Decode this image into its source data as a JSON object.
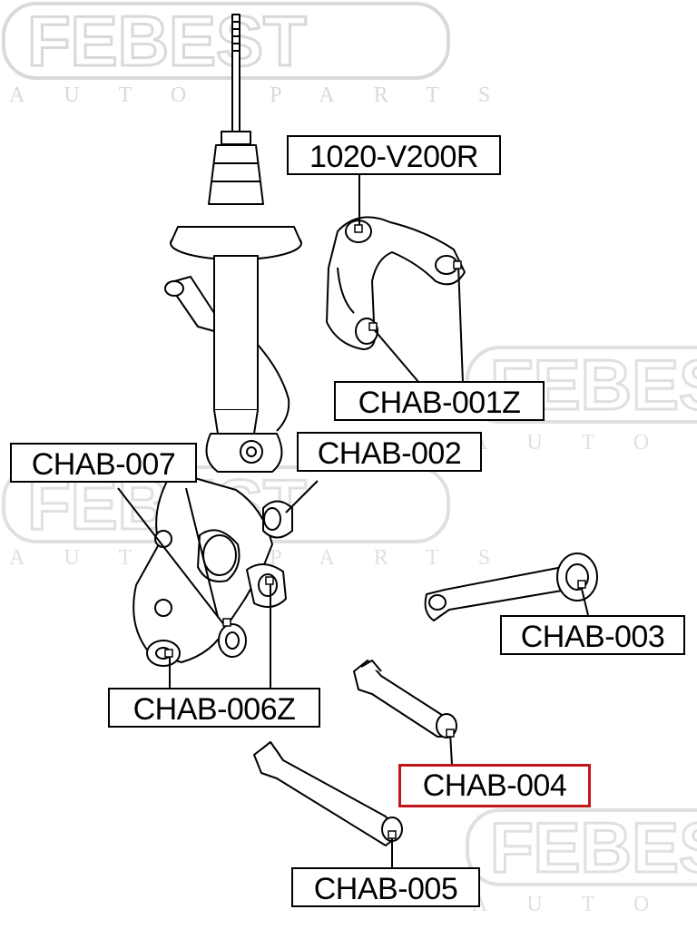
{
  "watermark": {
    "brand": "FEBEST",
    "tagline": "AUTO PARTS"
  },
  "colors": {
    "line": "#000000",
    "highlight": "#c0171c",
    "watermark": "#d8d8d8"
  },
  "labels": {
    "upper_arm": "1020-V200R",
    "chab_001z": "CHAB-001Z",
    "chab_002": "CHAB-002",
    "chab_007": "CHAB-007",
    "chab_003": "CHAB-003",
    "chab_006z": "CHAB-006Z",
    "chab_004": "CHAB-004",
    "chab_005": "CHAB-005"
  }
}
